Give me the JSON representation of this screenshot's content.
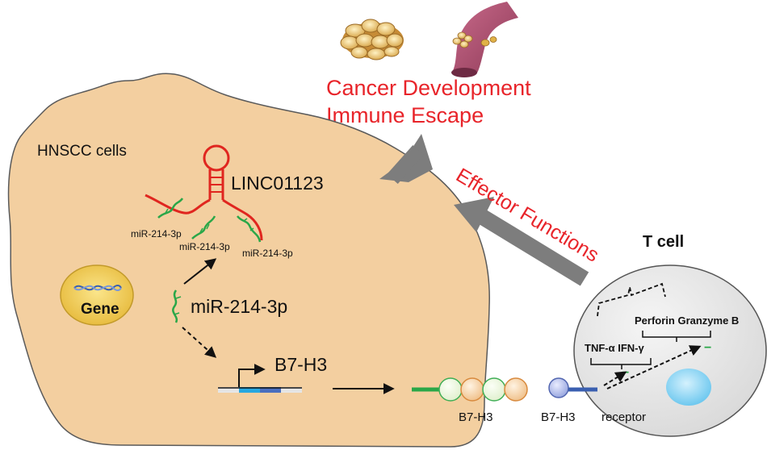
{
  "outcome": {
    "line1": "Cancer Development",
    "line2": "Immune Escape"
  },
  "effector_label": "Effector Functions",
  "hnscc_label": "HNSCC cells",
  "linc_label": "LINC01123",
  "mirna_small_label": "miR-214-3p",
  "mirna_label": "miR-214-3p",
  "gene_label": "Gene",
  "b7h3_gene_label": "B7-H3",
  "b7h3_protein_label": "B7-H3",
  "b7h3_ligand_label": "B7-H3",
  "receptor_label": "receptor",
  "tcell": {
    "title": "T cell",
    "perforin_granzyme": "Perforin Granzyme B",
    "tnf_ifn": "TNF-α IFN-γ",
    "minus": "−"
  },
  "colors": {
    "cell_fill": "#f3cfa0",
    "cell_stroke": "#5a5a5a",
    "title_red": "#e8242a",
    "arrow_gray": "#7d7d7d",
    "rna_red": "#e0261f",
    "mirna_green": "#2aa748",
    "gene_yellow": "#f0c94a",
    "tcell_gray": "#e6e6e6",
    "nucleus_blue": "#8fd3f2"
  }
}
